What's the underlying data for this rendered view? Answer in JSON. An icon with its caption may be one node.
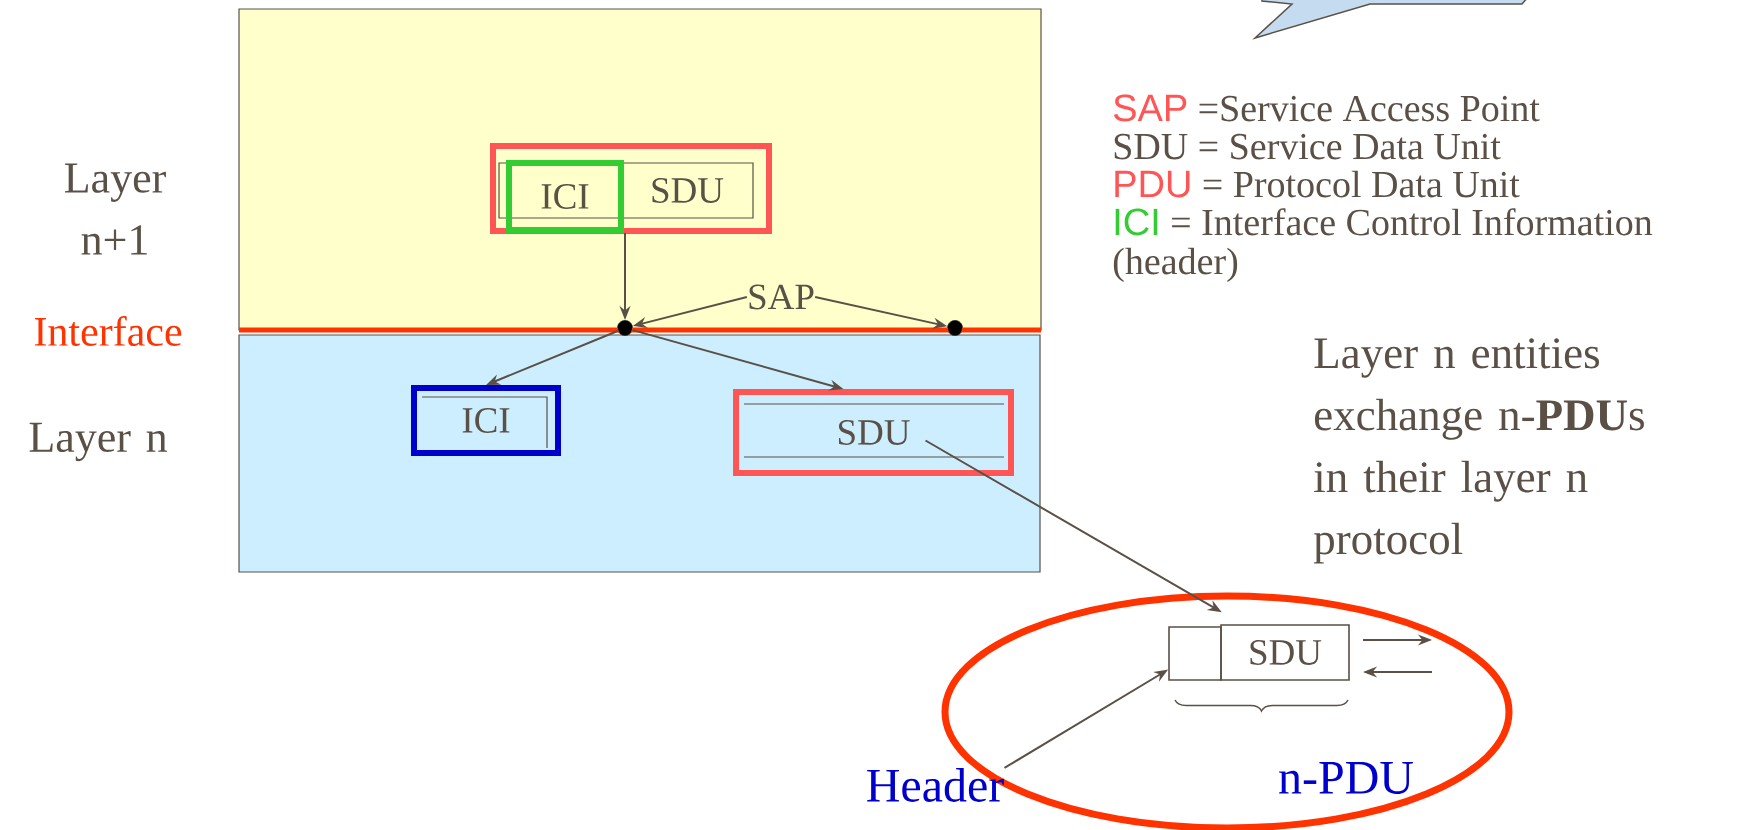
{
  "diagram": {
    "nodes": [
      {
        "text": [
          "Layer n+1"
        ]
      },
      {
        "text": [
          "Layer n"
        ]
      },
      {
        "text": [],
        "shape": "box",
        "in": 0
      },
      {
        "text": [
          "ICI"
        ],
        "in": 2
      },
      {
        "text": [
          "SDU"
        ],
        "in": 2
      },
      {
        "text": [],
        "shape": "circle"
      },
      {
        "text": [],
        "shape": "circle"
      },
      {
        "text": [
          "SAP"
        ],
        "in": 0
      },
      {
        "text": [
          "ICI"
        ],
        "in": 1
      },
      {
        "text": [
          "SDU"
        ],
        "in": 1
      },
      {
        "text": [],
        "shape": "ellipse"
      },
      {
        "text": [],
        "shape": "box",
        "in": 10
      },
      {
        "text": [
          "SDU"
        ],
        "in": 10
      },
      {
        "text": [
          "Header"
        ]
      }
    ],
    "edges": [
      {
        "from": 3,
        "to": 5,
        "arrow": "to"
      },
      {
        "from": 7,
        "to": 5,
        "arrow": "to"
      },
      {
        "from": 7,
        "to": 6,
        "arrow": "to"
      },
      {
        "from": 5,
        "to": 8,
        "arrow": "to"
      },
      {
        "from": 5,
        "to": 9,
        "arrow": "to"
      },
      {
        "from": 9,
        "to": 11,
        "arrow": "to"
      },
      {
        "from": 13,
        "to": 11,
        "arrow": "to"
      }
    ],
    "labels": [
      "Interface",
      "SAP",
      "=Service Access Point",
      "SDU = Service Data Unit",
      "PDU",
      "= Protocol Data Unit",
      "ICI",
      "= Interface Control Information",
      "(header)",
      "Layer n entities exchange n-**PDU**s in their layer n protocol",
      "n-PDU"
    ]
  }
}
